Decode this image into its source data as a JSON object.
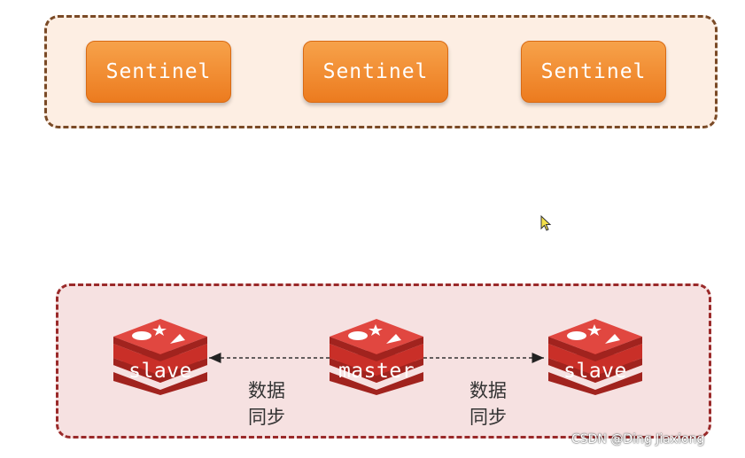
{
  "sentinels": {
    "labels": [
      "Sentinel",
      "Sentinel",
      "Sentinel"
    ]
  },
  "nodes": {
    "slave_left": "slave",
    "master": "master",
    "slave_right": "slave"
  },
  "sync": {
    "left": [
      "数据",
      "同步"
    ],
    "right": [
      "数据",
      "同步"
    ]
  },
  "watermark": "CSDN @Ding Jiaxiong",
  "colors": {
    "sentinel_fill": "#f08c2e",
    "sentinel_group_bg": "#fdeee3",
    "redis_group_bg": "#f6e1e1",
    "redis_red": "#d6362f",
    "redis_dark": "#a1231e"
  }
}
